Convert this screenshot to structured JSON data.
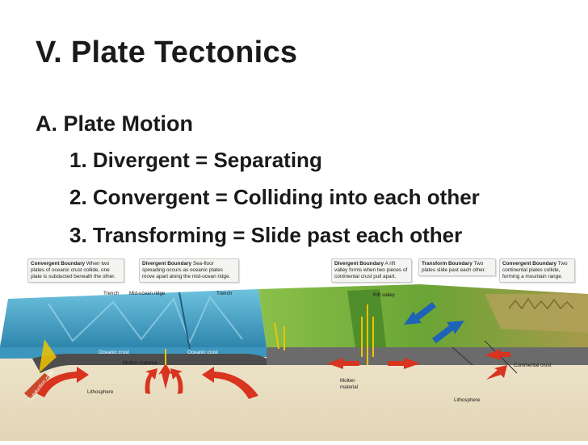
{
  "slide": {
    "title": "V. Plate Tectonics",
    "section": "A. Plate Motion",
    "items": [
      "1. Divergent = Separating",
      "2. Convergent  = Colliding into each other",
      "3. Transforming = Slide past each other"
    ]
  },
  "diagram": {
    "callouts": [
      {
        "title": "Convergent Boundary",
        "text": "When two plates of oceanic crust collide, one plate is subducted beneath the other."
      },
      {
        "title": "Divergent Boundary",
        "text": "Sea-floor spreading occurs as oceanic plates move apart along the mid-ocean ridge."
      },
      {
        "title": "Divergent Boundary",
        "text": "A rift valley forms when two pieces of continental crust pull apart."
      },
      {
        "title": "Transform Boundary",
        "text": "Two plates slide past each other."
      },
      {
        "title": "Convergent Boundary",
        "text": "Two continental plates collide, forming a mountain range."
      }
    ],
    "labels": {
      "trench_left": "Trench",
      "mid_ocean_ridge": "Mid-ocean ridge",
      "trench_right": "Trench",
      "rift_valley": "Rift valley",
      "oceanic_crust_left": "Oceanic crust",
      "oceanic_crust_right": "Oceanic crust",
      "molten_material_left": "Molten material",
      "subduction_zone": "Subduction zone",
      "lithosphere_left": "Lithosphere",
      "molten_material_right_1": "Molten",
      "molten_material_right_2": "material",
      "continental_crust": "Continental crust",
      "lithosphere_right": "Lithosphere"
    },
    "colors": {
      "ocean": "#4aa7c9",
      "ocean_deep": "#2d86ad",
      "land": "#7fb53d",
      "mantle": "#e9dfc5",
      "arrow": "#d8341f",
      "transform_arrow": "#1d63b8",
      "magma": "#f0c400"
    }
  }
}
